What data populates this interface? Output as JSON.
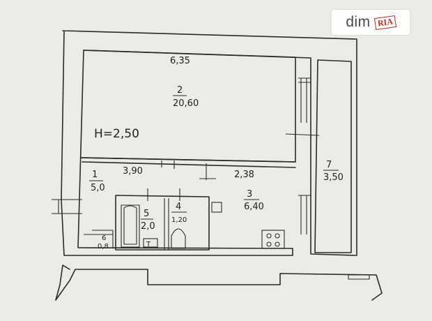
{
  "watermark": {
    "brand": "dim",
    "badge": "RIA",
    "badge_color": "#c62828"
  },
  "plan": {
    "ceiling_height": "H=2,50",
    "dimensions": {
      "top_width": "6,35",
      "left_lower_width": "3,90",
      "right_lower_width": "2,38"
    },
    "rooms": [
      {
        "number": "2",
        "area": "20,60"
      },
      {
        "number": "1",
        "area": "5,0"
      },
      {
        "number": "3",
        "area": "6,40"
      },
      {
        "number": "5",
        "area": "2,0"
      },
      {
        "number": "4",
        "area": "1,20"
      },
      {
        "number": "6",
        "area": "0,8"
      },
      {
        "number": "7",
        "area": "3,50"
      }
    ],
    "fixture_label": "T"
  }
}
